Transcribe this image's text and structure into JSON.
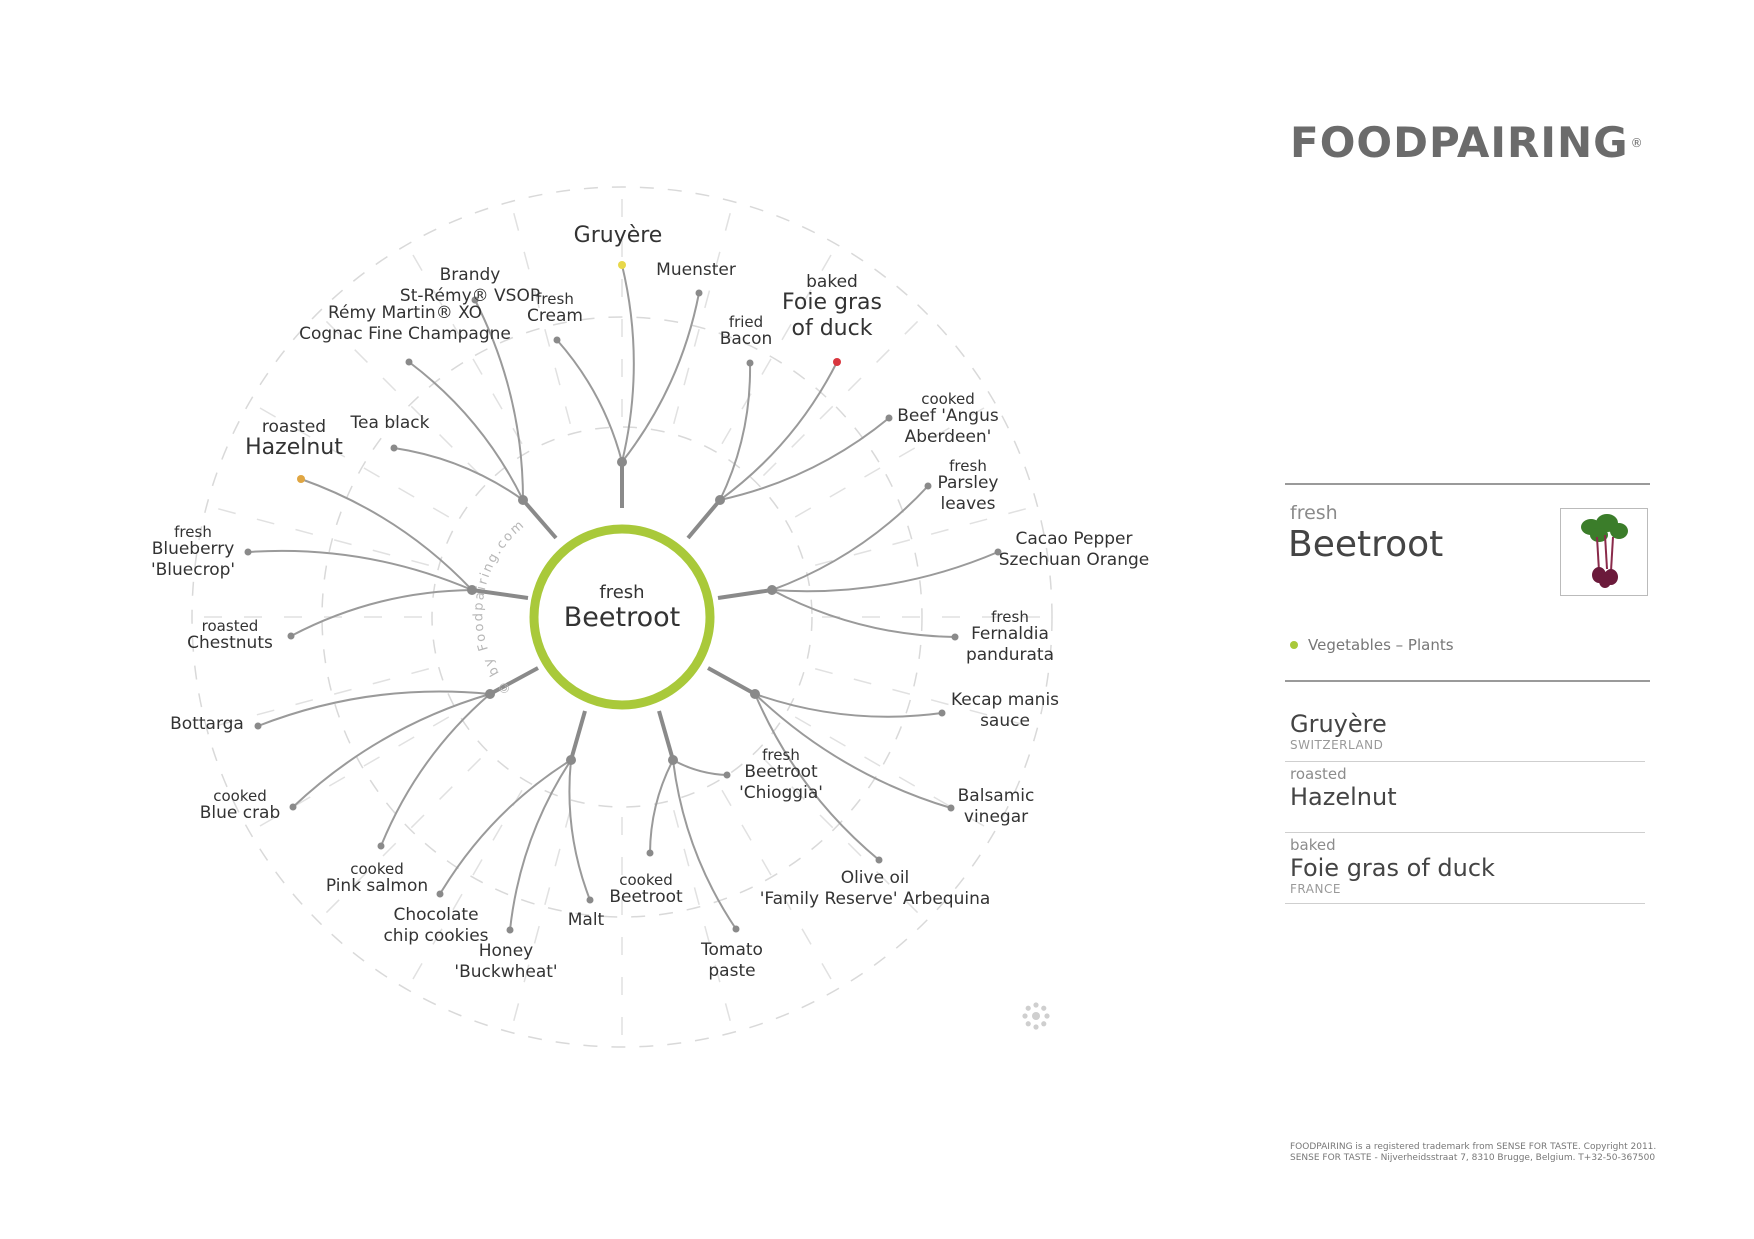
{
  "brand": {
    "logo_text": "FOODPAIRING",
    "registered": "®"
  },
  "center": {
    "state": "fresh",
    "name": "Beetroot",
    "watermark": "© by Foodpairing.com"
  },
  "colors": {
    "ring": "#a9c93a",
    "highlight_gruyere": "#e8d84a",
    "highlight_foie": "#d9363e",
    "highlight_hazelnut": "#e0a642",
    "branch": "#9a9a9a"
  },
  "wheel_items": [
    {
      "id": "gruyere",
      "lines": [
        "Gruyère"
      ],
      "pre": "",
      "emph": true
    },
    {
      "id": "muenster",
      "lines": [
        "Muenster"
      ],
      "pre": ""
    },
    {
      "id": "brandy",
      "lines": [
        "Brandy",
        "St-Rémy® VSOP"
      ],
      "pre": ""
    },
    {
      "id": "cream",
      "lines": [
        "Cream"
      ],
      "pre": "fresh"
    },
    {
      "id": "remy",
      "lines": [
        "Rémy Martin® XO",
        "Cognac Fine Champagne"
      ],
      "pre": ""
    },
    {
      "id": "bacon",
      "lines": [
        "Bacon"
      ],
      "pre": "fried"
    },
    {
      "id": "foie",
      "lines": [
        "Foie gras",
        "of duck"
      ],
      "pre": "baked",
      "emph": true
    },
    {
      "id": "beef",
      "lines": [
        "Beef 'Angus",
        "Aberdeen'"
      ],
      "pre": "cooked"
    },
    {
      "id": "parsley",
      "lines": [
        "Parsley",
        "leaves"
      ],
      "pre": "fresh"
    },
    {
      "id": "cacao",
      "lines": [
        "Cacao Pepper",
        "Szechuan Orange"
      ],
      "pre": ""
    },
    {
      "id": "fernaldia",
      "lines": [
        "Fernaldia",
        "pandurata"
      ],
      "pre": "fresh"
    },
    {
      "id": "kecap",
      "lines": [
        "Kecap manis",
        "sauce"
      ],
      "pre": ""
    },
    {
      "id": "balsamic",
      "lines": [
        "Balsamic",
        "vinegar"
      ],
      "pre": ""
    },
    {
      "id": "chioggia",
      "lines": [
        "Beetroot",
        "'Chioggia'"
      ],
      "pre": "fresh"
    },
    {
      "id": "olive",
      "lines": [
        "Olive oil",
        "'Family Reserve' Arbequina"
      ],
      "pre": ""
    },
    {
      "id": "tomato",
      "lines": [
        "Tomato",
        "paste"
      ],
      "pre": ""
    },
    {
      "id": "beet_cooked",
      "lines": [
        "Beetroot"
      ],
      "pre": "cooked"
    },
    {
      "id": "malt",
      "lines": [
        "Malt"
      ],
      "pre": ""
    },
    {
      "id": "honey",
      "lines": [
        "Honey",
        "'Buckwheat'"
      ],
      "pre": ""
    },
    {
      "id": "choc",
      "lines": [
        "Chocolate",
        "chip cookies"
      ],
      "pre": ""
    },
    {
      "id": "salmon",
      "lines": [
        "Pink salmon"
      ],
      "pre": "cooked"
    },
    {
      "id": "crab",
      "lines": [
        "Blue crab"
      ],
      "pre": "cooked"
    },
    {
      "id": "bottarga",
      "lines": [
        "Bottarga"
      ],
      "pre": ""
    },
    {
      "id": "chestnuts",
      "lines": [
        "Chestnuts"
      ],
      "pre": "roasted"
    },
    {
      "id": "blueberry",
      "lines": [
        "Blueberry",
        "'Bluecrop'"
      ],
      "pre": "fresh"
    },
    {
      "id": "hazelnut",
      "lines": [
        "Hazelnut"
      ],
      "pre": "roasted",
      "emph": true
    },
    {
      "id": "tea",
      "lines": [
        "Tea black"
      ],
      "pre": ""
    }
  ],
  "selected": {
    "state": "fresh",
    "name": "Beetroot",
    "category": "Vegetables – Plants"
  },
  "pairings": [
    {
      "state": "",
      "name": "Gruyère",
      "country": "SWITZERLAND"
    },
    {
      "state": "roasted",
      "name": "Hazelnut",
      "country": ""
    },
    {
      "state": "baked",
      "name": "Foie gras of duck",
      "country": "FRANCE"
    }
  ],
  "footer": {
    "line1": "FOODPAIRING is a registered trademark from SENSE FOR TASTE. Copyright 2011.",
    "line2": "SENSE FOR TASTE - Nijverheidsstraat 7, 8310 Brugge, Belgium. T+32-50-367500"
  }
}
